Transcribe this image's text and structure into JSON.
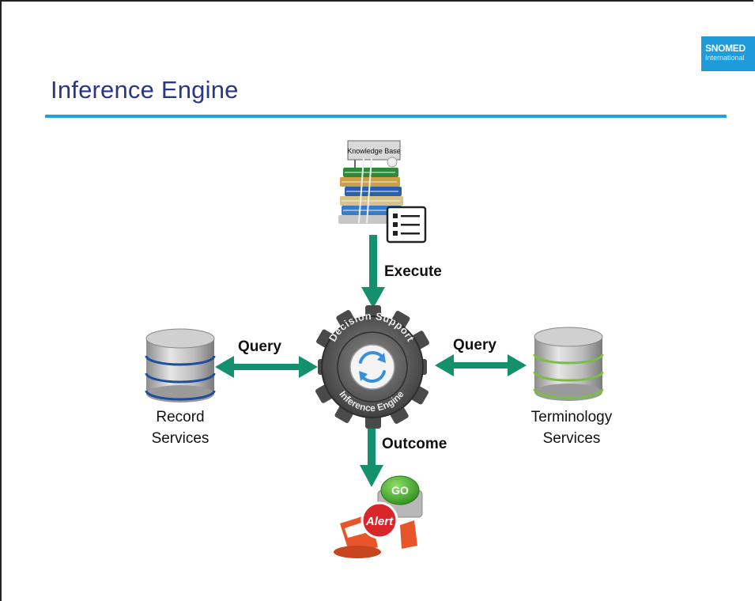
{
  "header": {
    "title": "Inference Engine",
    "logo_main": "SNOMED",
    "logo_sub": "International"
  },
  "knowledge_base": {
    "sign_text": "Knowledge Base"
  },
  "engine": {
    "ring_top": "Decision Support",
    "ring_bottom": "Inference Engine"
  },
  "labels": {
    "execute": "Execute",
    "query_left": "Query",
    "query_right": "Query",
    "outcome": "Outcome",
    "record_line1": "Record",
    "record_line2": "Services",
    "terminology_line1": "Terminology",
    "terminology_line2": "Services"
  },
  "outcome_icons": {
    "go_text": "GO",
    "alert_text": "Alert"
  },
  "colors": {
    "title": "#2a3787",
    "rule": "#1fa3e0",
    "logo": "#1f9bd9",
    "arrow": "#14906e",
    "record_db_accent": "#1f4f9a",
    "terminology_db_accent": "#7cbd45",
    "go_button": "#3fae2a",
    "alert_cone": "#e9552b"
  }
}
